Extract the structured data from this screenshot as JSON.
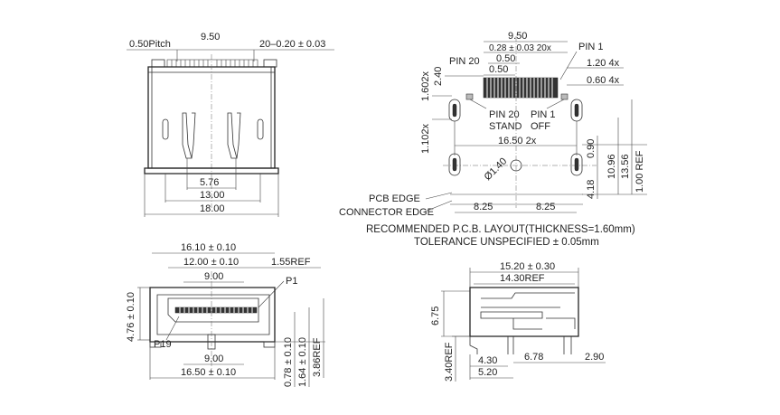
{
  "front_view": {
    "pitch_label": "0.50Pitch",
    "width_label": "9.50",
    "slot_label": "20–0.20 ± 0.03",
    "d1": "5.76",
    "d2": "13.00",
    "d3": "18.00"
  },
  "pcb_layout": {
    "w1": "9.50",
    "w2": "0.28 ± 0.03 20x",
    "p1": "0.50",
    "p2": "0.50",
    "pin20_label": "PIN 20",
    "pin1_label": "PIN 1",
    "h240": "2.40",
    "h1602": "1.602x",
    "h1102": "1.102x",
    "r120": "1.20 4x",
    "r060": "0.60 4x",
    "pin20b": "PIN 20",
    "standoff1": "STAND",
    "pin1b": "PIN 1",
    "standoff2": "OFF",
    "span": "16.50 2x",
    "v090": "0.90",
    "v1096": "10.96",
    "v1356": "13.56",
    "v418": "4.18",
    "v100ref": "1.00 REF",
    "hole": "Ø1.40",
    "pcb_edge": "PCB EDGE",
    "conn_edge": "CONNECTOR EDGE",
    "half_l": "8.25",
    "half_r": "8.25",
    "note1": "RECOMMENDED P.C.B. LAYOUT(THICKNESS=1.60mm)",
    "note2": "TOLERANCE UNSPECIFIED ± 0.05mm"
  },
  "bottom_view": {
    "d1610": "16.10 ± 0.10",
    "d1200": "12.00 ± 0.10",
    "d900t": "9.00",
    "d155": "1.55REF",
    "p1": "P1",
    "p19": "P19",
    "d476": "4.76 ± 0.10",
    "d900b": "9.00",
    "d1650": "16.50 ± 0.10",
    "d078": "0.78 ± 0.10",
    "d164": "1.64 ± 0.10",
    "d386": "3.86REF"
  },
  "side_view": {
    "d1520": "15.20 ± 0.30",
    "d1430": "14.30REF",
    "d675": "6.75",
    "d678": "6.78",
    "d290": "2.90",
    "d430": "4.30",
    "d520": "5.20",
    "d340": "3.40REF"
  }
}
